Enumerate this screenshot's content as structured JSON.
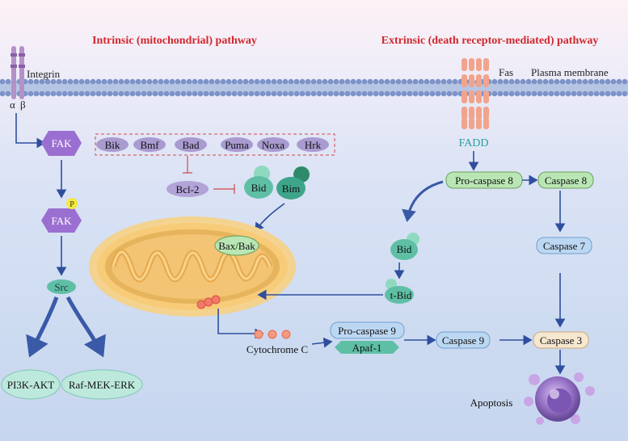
{
  "headers": {
    "intrinsic": "Intrinsic (mitochondrial) pathway",
    "extrinsic": "Extrinsic (death receptor-mediated) pathway"
  },
  "membrane": {
    "integrin": "Integrin",
    "alpha": "α",
    "beta": "β",
    "fas": "Fas",
    "plasma_membrane": "Plasma membrane"
  },
  "left_chain": {
    "fak": "FAK",
    "phospho": "P",
    "fak2": "FAK",
    "src": "Src",
    "pi3k": "PI3K-AKT",
    "raf": "Raf-MEK-ERK"
  },
  "bh3": [
    "Bik",
    "Bmf",
    "Bad",
    "Puma",
    "Noxa",
    "Hrk"
  ],
  "bcl2": "Bcl-2",
  "bid_top": "Bid",
  "bim": "Bim",
  "bax_bak": "Bax/Bak",
  "fadd": "FADD",
  "pro_caspase8": "Pro-caspase 8",
  "caspase8": "Caspase 8",
  "caspase7": "Caspase 7",
  "bid_right": "Bid",
  "tbid": "t-Bid",
  "cytochrome_c": "Cytochrome C",
  "pro_caspase9": "Pro-caspase 9",
  "apaf1": "Apaf-1",
  "caspase9": "Caspase 9",
  "caspase3": "Caspase 3",
  "apoptosis": "Apoptosis",
  "colors": {
    "header_red": "#d0282e",
    "arrow_blue": "#2f4f9e",
    "fak_purple": "#9b6fd1",
    "bh3_purple": "#a99ad0",
    "green_pill": "#b9e6b4",
    "blue_pill": "#bcd7f2",
    "teal": "#5fbfa5",
    "fadd_teal": "#2aa0a0",
    "mito_orange": "#f5c07a"
  }
}
